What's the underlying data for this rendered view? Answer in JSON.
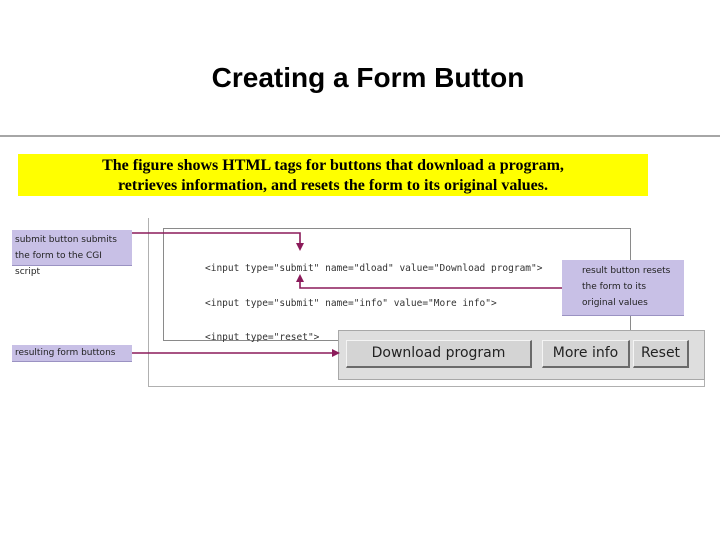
{
  "slide": {
    "title": "Creating a Form Button",
    "caption_line1": "The figure shows HTML tags for buttons that download a program,",
    "caption_line2": "retrieves information, and resets the form to its original values."
  },
  "code_lines": [
    "<input type=\"submit\" name=\"dload\" value=\"Download program\">",
    "<input type=\"submit\" name=\"info\" value=\"More info\">",
    "<input type=\"reset\">"
  ],
  "callouts": {
    "submit_line1": "submit button submits",
    "submit_line2": "the form to the CGI script",
    "reset_line1": "result button resets",
    "reset_line2": "the form to its",
    "reset_line3": "original values",
    "result": "resulting form buttons"
  },
  "buttons": {
    "download": "Download program",
    "info": "More info",
    "reset": "Reset"
  },
  "colors": {
    "caption_bg": "#ffff00",
    "callout_bg": "#c8c0e6",
    "arrow": "#8b1a5a"
  }
}
